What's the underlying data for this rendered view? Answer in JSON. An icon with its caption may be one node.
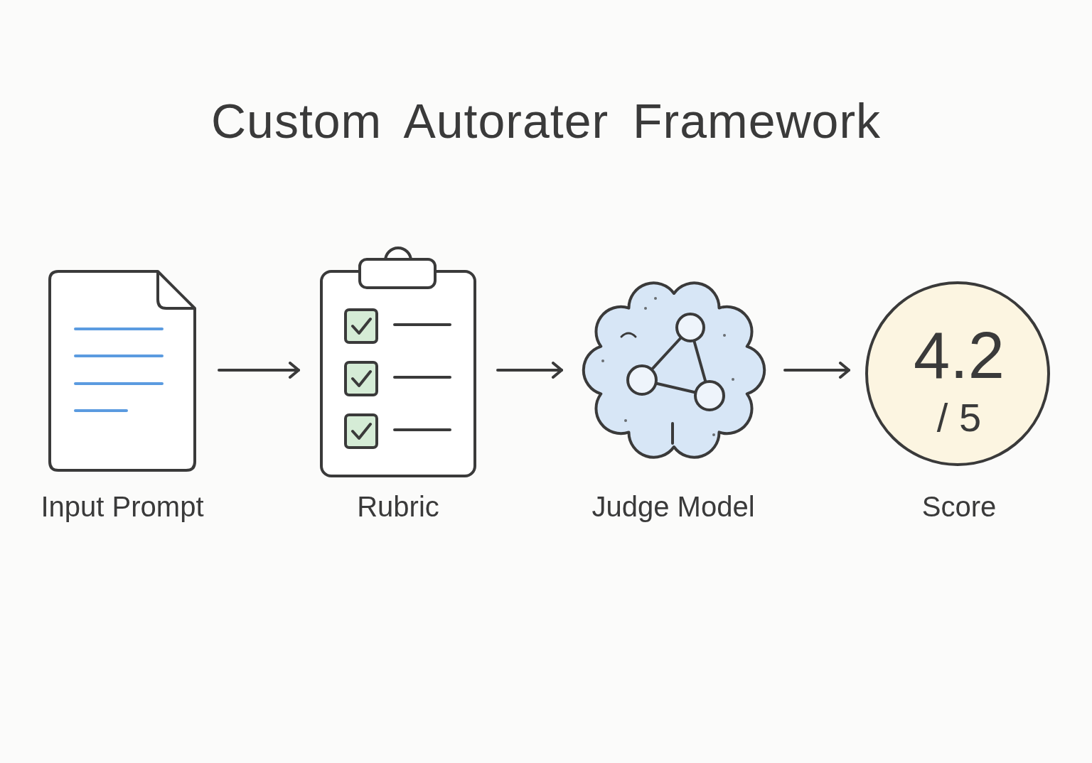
{
  "diagram": {
    "title": "Custom Autorater Framework",
    "nodes": [
      {
        "text": [
          "Input Prompt"
        ]
      },
      {
        "text": [
          "Rubric"
        ]
      },
      {
        "text": [
          "Judge Model"
        ]
      },
      {
        "text": [
          "4.2",
          "/ 5",
          "Score"
        ]
      }
    ],
    "edges": [
      {
        "from": 0,
        "to": 1,
        "arrow": "to"
      },
      {
        "from": 1,
        "to": 2,
        "arrow": "to"
      },
      {
        "from": 2,
        "to": 3,
        "arrow": "to"
      }
    ]
  }
}
